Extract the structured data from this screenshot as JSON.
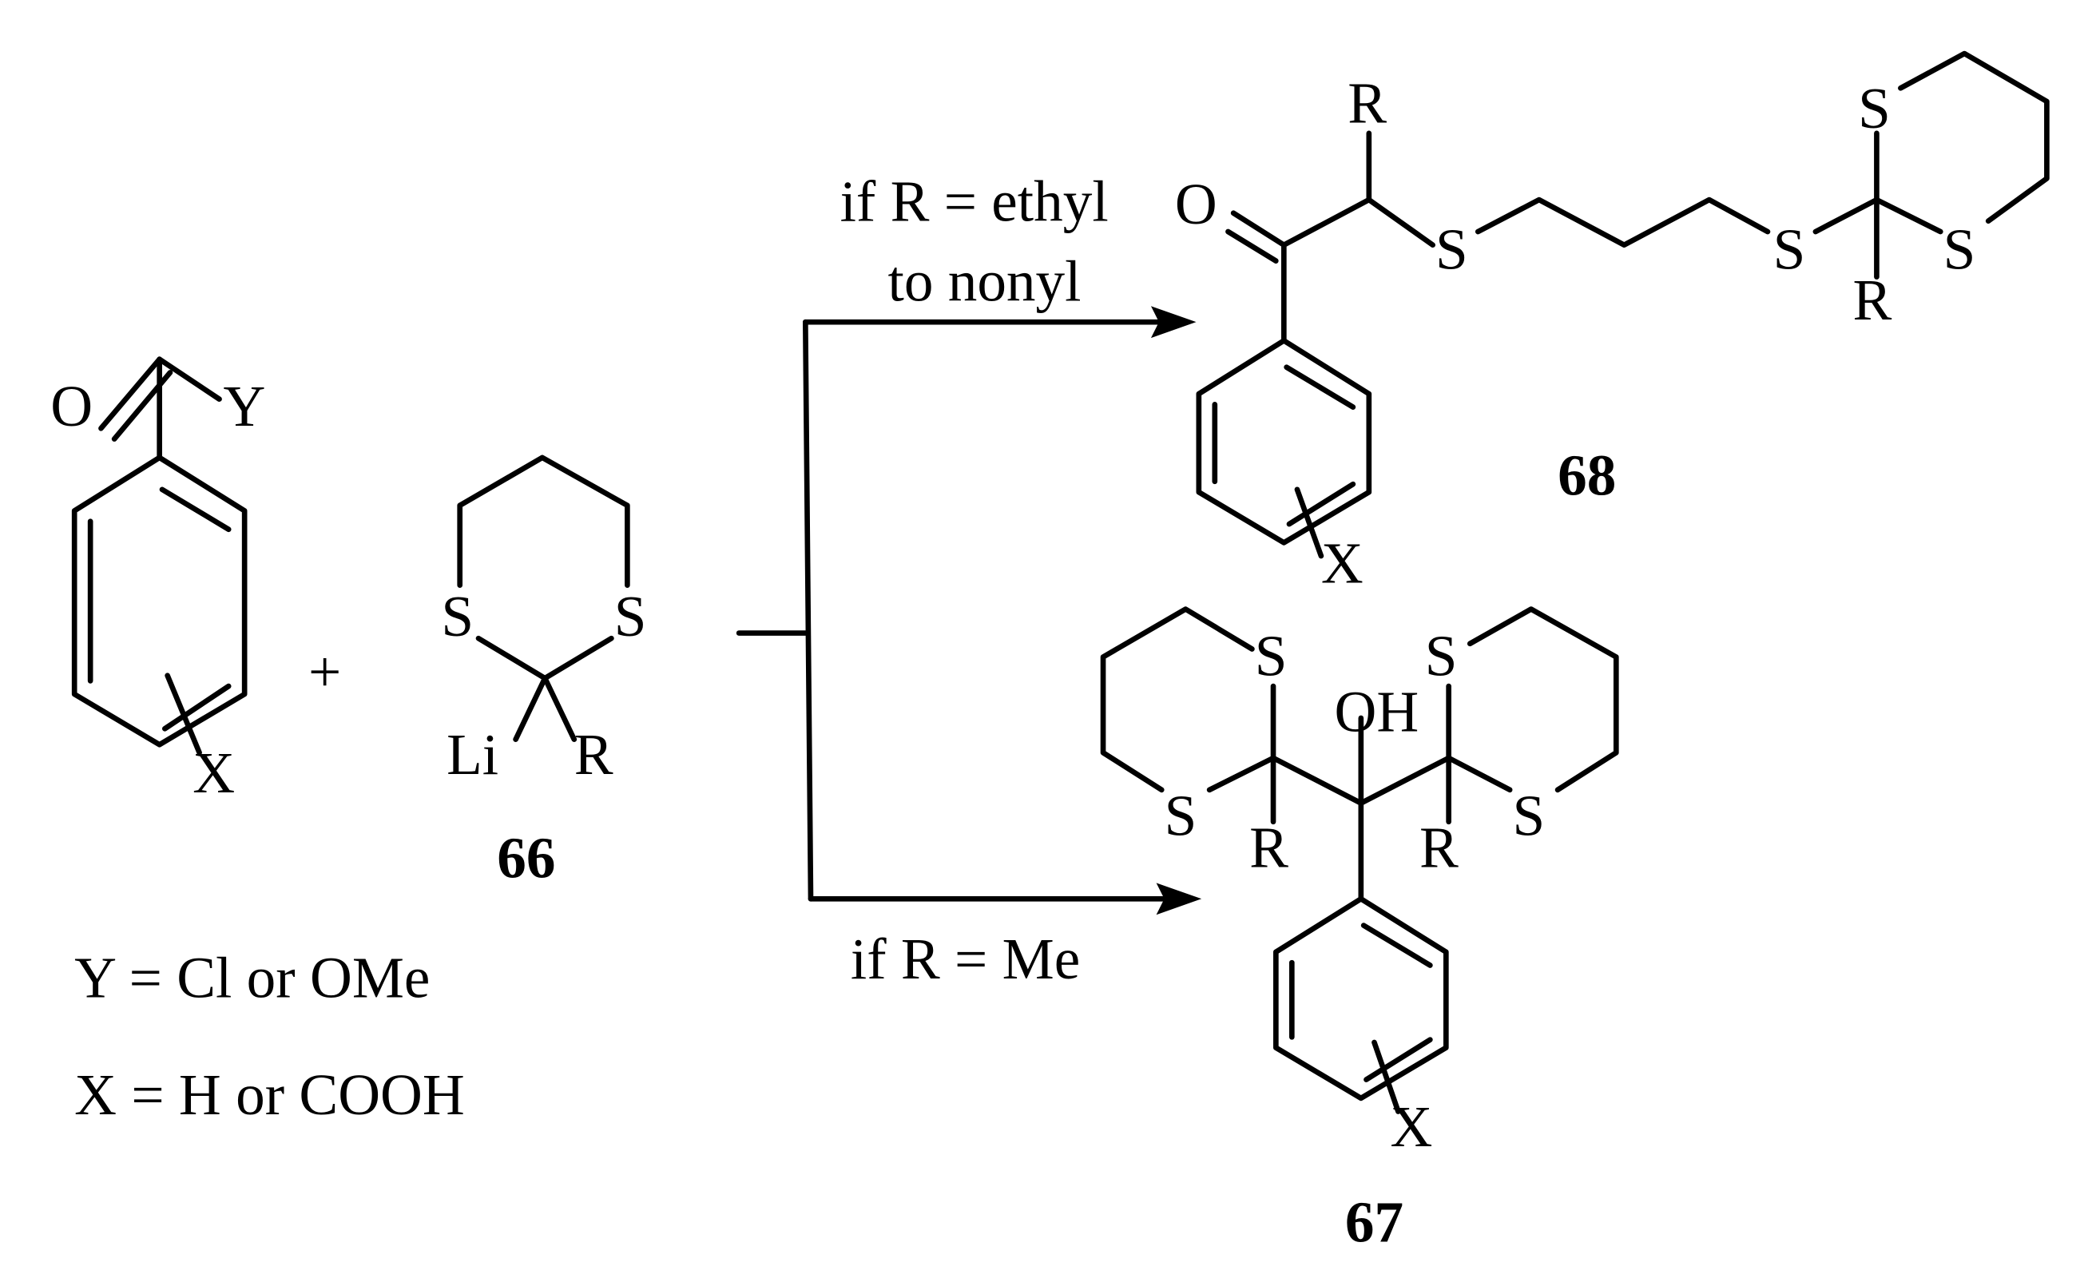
{
  "reactants": {
    "benzoyl": {
      "atoms": {
        "O": "O",
        "Y": "Y",
        "X": "X"
      }
    },
    "plus": "+",
    "dithiane": {
      "atoms": {
        "S1": "S",
        "S2": "S",
        "Li": "Li",
        "R": "R"
      },
      "compound_number": "66"
    },
    "definitions": {
      "y_def": "Y = Cl or OMe",
      "x_def": "X = H or COOH"
    }
  },
  "conditions": {
    "upper_line1": "if R = ethyl",
    "upper_line2": "to nonyl",
    "lower": "if R = Me"
  },
  "products": {
    "p68": {
      "compound_number": "68",
      "atoms": {
        "R_top": "R",
        "O": "O",
        "S1": "S",
        "S2": "S",
        "S3": "S",
        "S4": "S",
        "R_ring": "R",
        "X": "X"
      }
    },
    "p67": {
      "compound_number": "67",
      "atoms": {
        "S1": "S",
        "S2": "S",
        "S3": "S",
        "S4": "S",
        "OH": "OH",
        "R1": "R",
        "R2": "R",
        "X": "X"
      }
    }
  }
}
